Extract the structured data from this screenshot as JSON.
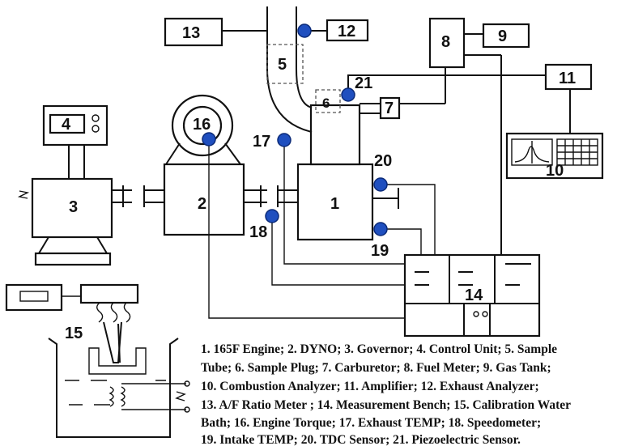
{
  "labels": {
    "n1": "1",
    "n2": "2",
    "n3": "3",
    "n4": "4",
    "n5": "5",
    "n6": "6",
    "n7": "7",
    "n8": "8",
    "n9": "9",
    "n10": "10",
    "n11": "11",
    "n12": "12",
    "n13": "13",
    "n14": "14",
    "n15": "15",
    "n16": "16",
    "n17": "17",
    "n18": "18",
    "n19": "19",
    "n20": "20",
    "n21": "21"
  },
  "legend": [
    "1. 165F Engine; 2. DYNO; 3. Governor; 4. Control Unit; 5. Sample",
    "Tube; 6. Sample Plug; 7. Carburetor; 8. Fuel Meter; 9. Gas Tank;",
    "10. Combustion Analyzer; 11. Amplifier; 12. Exhaust Analyzer;",
    "13. A/F Ratio Meter ; 14. Measurement Bench; 15. Calibration Water",
    "Bath; 16. Engine Torque; 17. Exhaust TEMP; 18. Speedometer;",
    "19. Intake TEMP; 20. TDC Sensor; 21. Piezoelectric Sensor."
  ],
  "colors": {
    "sensor": "#1f4fbf",
    "line": "#111111"
  }
}
